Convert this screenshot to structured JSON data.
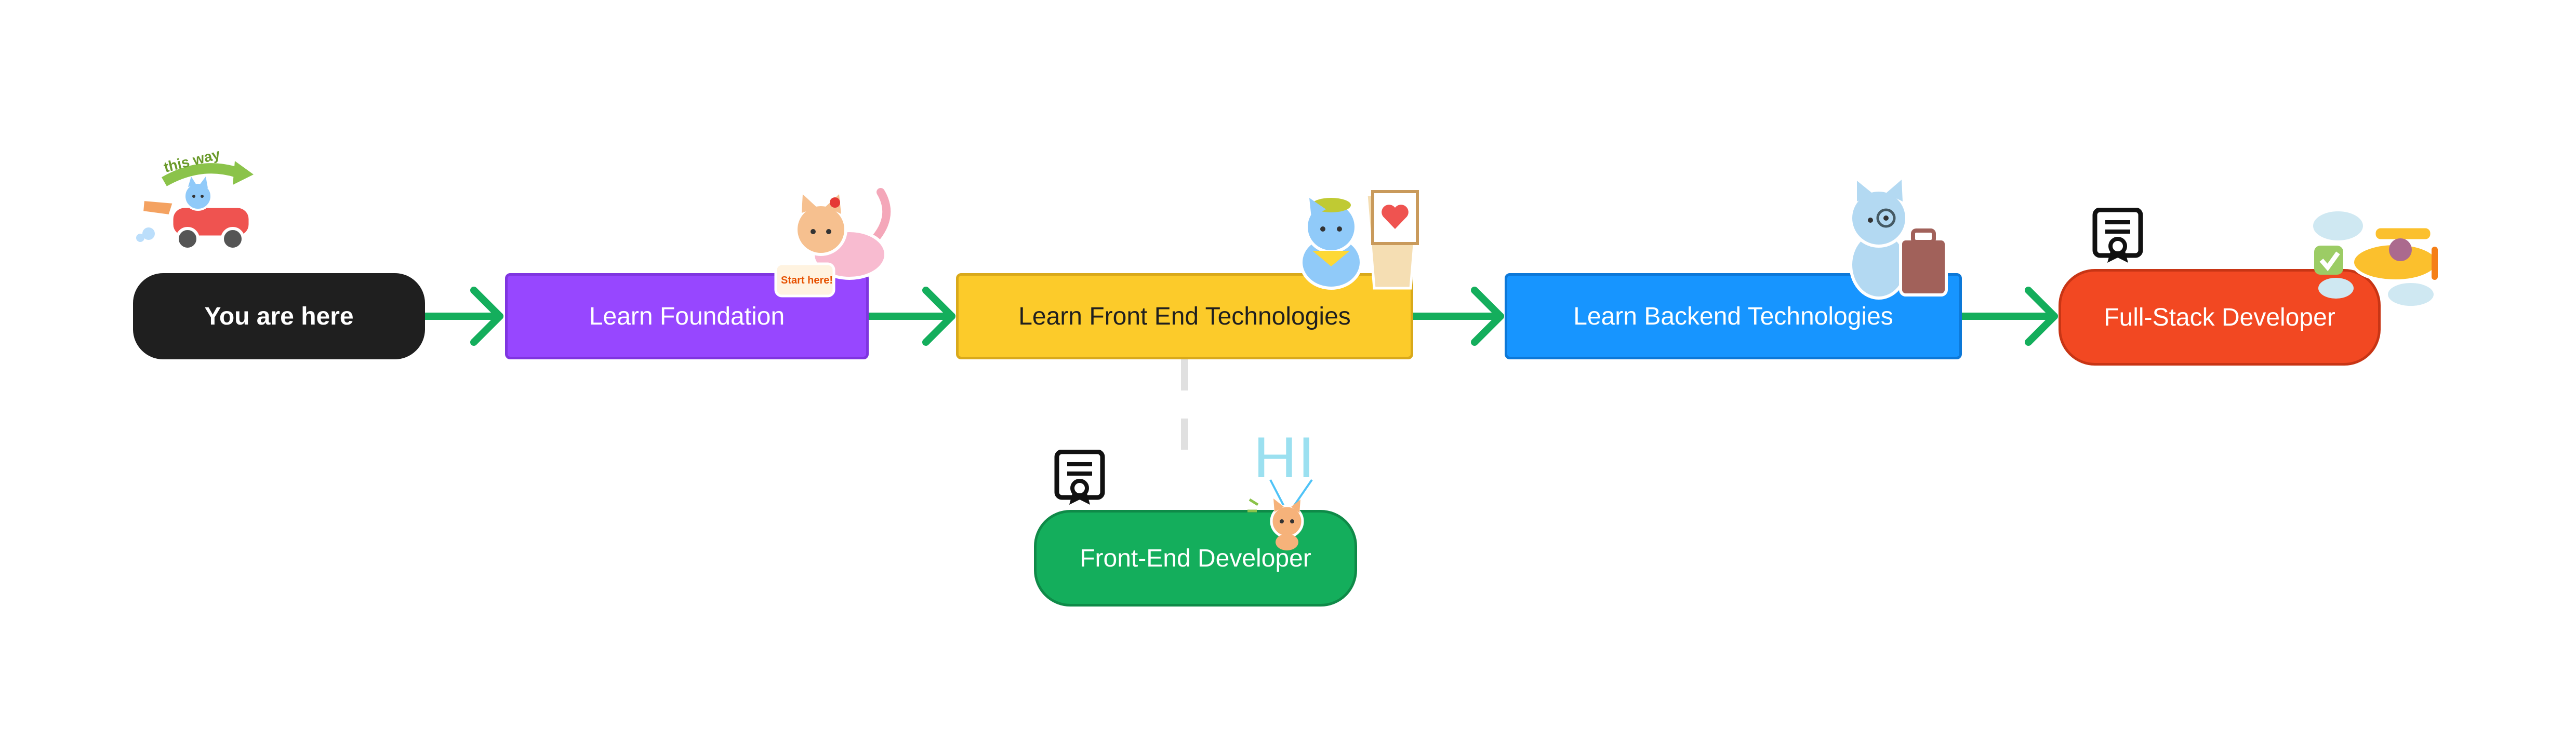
{
  "nodes": {
    "you_are_here": "You are here",
    "learn_foundation": "Learn Foundation",
    "learn_front_end": "Learn Front End Technologies",
    "learn_backend": "Learn Backend Technologies",
    "full_stack": "Full-Stack Developer",
    "front_end_dev": "Front-End Developer"
  },
  "stickers": {
    "car": "this way",
    "start_tag": "Start here!",
    "balloon": "HI"
  },
  "colors": {
    "start": "#1f1f1f",
    "foundation": "#9747ff",
    "front_end": "#fccb2a",
    "backend": "#1795ff",
    "full_stack": "#f24822",
    "front_end_dev": "#14ae5c",
    "arrow": "#14ae5c",
    "dashed_connector": "#e0e0e0"
  },
  "icons": {
    "certificate": "certificate-icon"
  }
}
